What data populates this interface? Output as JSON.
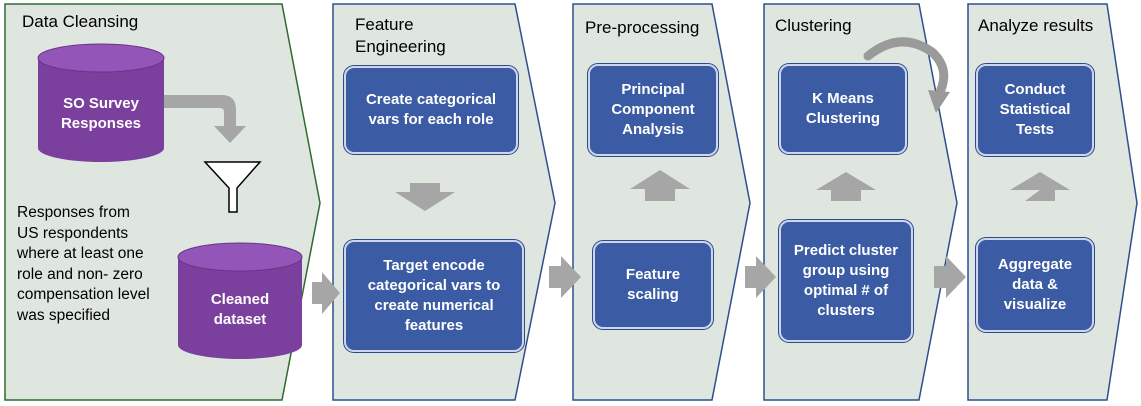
{
  "stages": [
    {
      "title": "Data Cleansing"
    },
    {
      "title": "Feature Engineering",
      "title_lines": [
        "Feature",
        "Engineering"
      ]
    },
    {
      "title": "Pre-processing"
    },
    {
      "title": "Clustering"
    },
    {
      "title": "Analyze results"
    }
  ],
  "cleansing": {
    "source_db": {
      "lines": [
        "SO Survey",
        "Responses"
      ]
    },
    "cleaned_db": {
      "lines": [
        "Cleaned",
        "dataset"
      ]
    },
    "filter_note": [
      "Responses from",
      "US respondents",
      "where at least one",
      "role and non- zero",
      "compensation level",
      "was specified"
    ]
  },
  "feature_engineering": {
    "step1": "Create categorical vars for each role",
    "step2": "Target encode categorical vars to create numerical features"
  },
  "preprocessing": {
    "step1": "Principal Component Analysis",
    "step2": "Feature scaling"
  },
  "clustering": {
    "step1": "K Means Clustering",
    "step2": "Predict cluster group using optimal # of clusters"
  },
  "analyze": {
    "step1": "Conduct Statistical Tests",
    "step2": "Aggregate data & visualize"
  },
  "colors": {
    "panel_fill": "#dfe6df",
    "panel_stroke_first": "#2e6b2e",
    "panel_stroke": "#2f4e8f",
    "box_fill": "#3b5ca4",
    "cylinder_fill": "#7b3f9e",
    "arrow_gray": "#a6a6a6"
  }
}
